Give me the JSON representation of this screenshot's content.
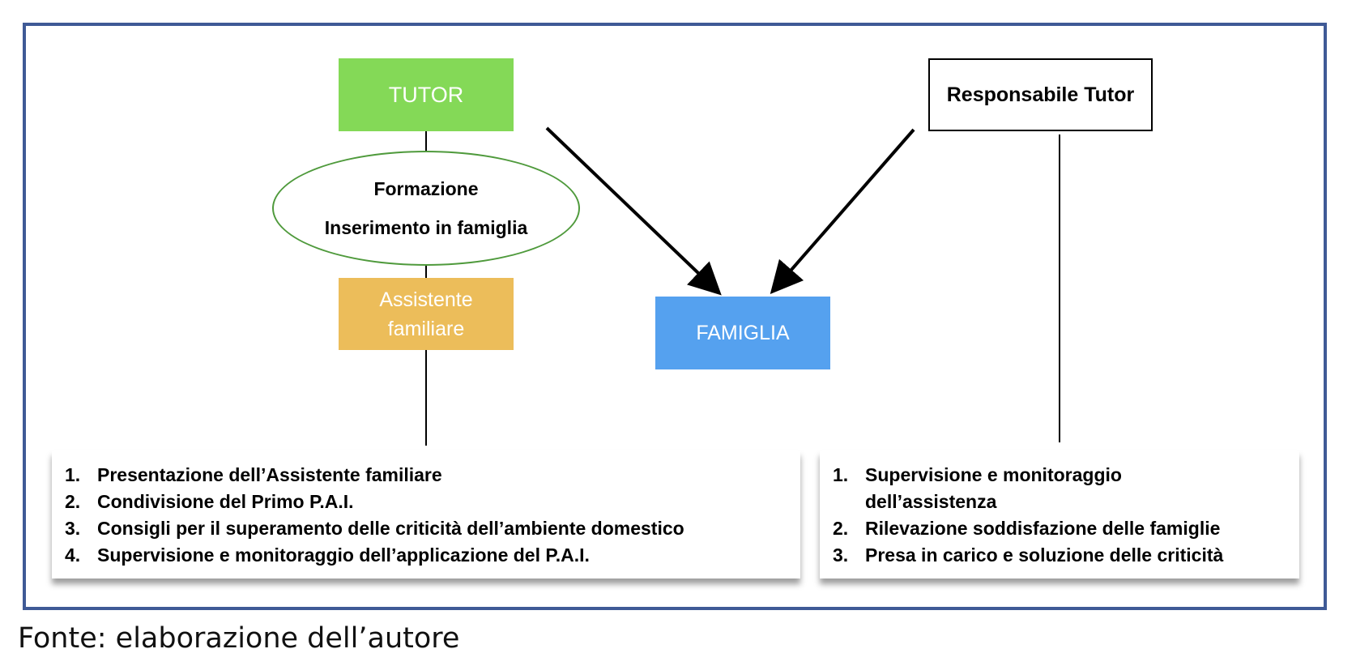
{
  "diagram": {
    "tutor": "TUTOR",
    "responsabile_tutor": "Responsabile Tutor",
    "ellipse_lines": [
      "Formazione",
      "Inserimento in famiglia"
    ],
    "assistente_line1": "Assistente",
    "assistente_line2": "familiare",
    "famiglia": "FAMIGLIA",
    "left_list": [
      {
        "num": "1.",
        "text": "Presentazione dell’Assistente familiare"
      },
      {
        "num": "2.",
        "text": "Condivisione del Primo P.A.I."
      },
      {
        "num": "3.",
        "text": "Consigli per il superamento delle criticità dell’ambiente domestico"
      },
      {
        "num": "4.",
        "text": "Supervisione e monitoraggio dell’applicazione del P.A.I."
      }
    ],
    "right_list": [
      {
        "num": "1.",
        "text": "Supervisione e monitoraggio",
        "text2": "dell’assistenza"
      },
      {
        "num": "2.",
        "text": "Rilevazione soddisfazione delle famiglie"
      },
      {
        "num": "3.",
        "text": "Presa in carico e soluzione delle criticità"
      }
    ]
  },
  "caption": "Fonte: elaborazione dell’autore",
  "colors": {
    "frame": "#3f5a96",
    "tutor": "#84d957",
    "assistente": "#ecbd5a",
    "famiglia": "#55a1ef",
    "ellipse_border": "#4f9a3c"
  }
}
